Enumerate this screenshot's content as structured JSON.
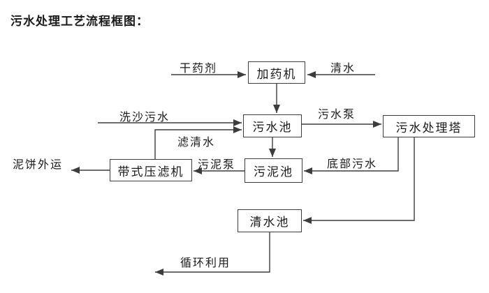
{
  "title": "污水处理工艺流程框图：",
  "diagram": {
    "nodes": {
      "dosing_machine": "加药机",
      "sewage_pool": "污水池",
      "treatment_tower": "污水处理塔",
      "belt_filter_press": "带式压滤机",
      "sludge_pool": "污泥池",
      "clean_water_pool": "清水池"
    },
    "flow_labels": {
      "dry_chemical": "干药剂",
      "clean_water": "清水",
      "sand_washing_sewage": "洗沙污水",
      "sewage_pump": "污水泵",
      "filtered_water": "滤清水",
      "mud_cake_shipped_out": "泥饼外运",
      "sludge_pump": "污泥泵",
      "bottom_sewage": "底部污水",
      "recycling_use": "循环利用"
    }
  },
  "colors": {
    "line": "#3d3d3d",
    "text": "#1a1a1a",
    "background": "#ffffff"
  }
}
